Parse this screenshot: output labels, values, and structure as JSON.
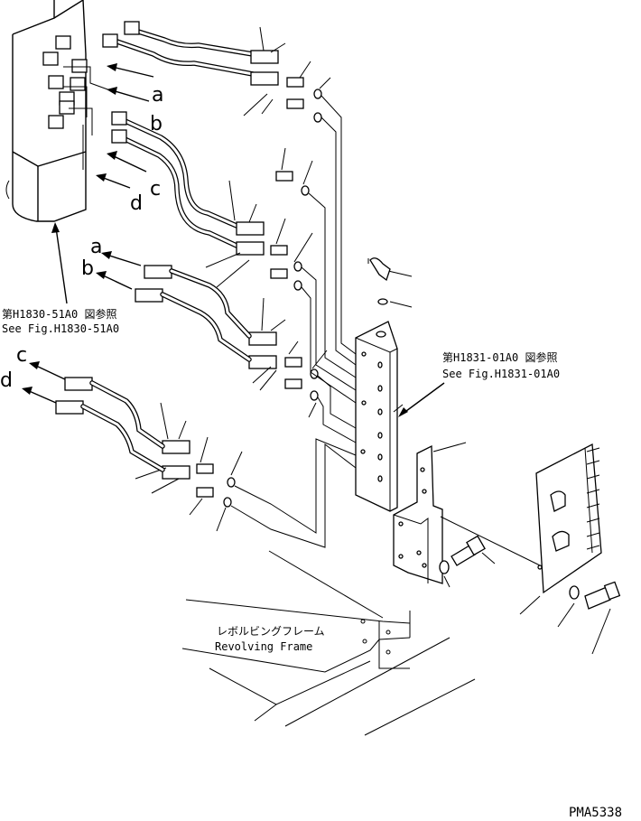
{
  "callouts": {
    "top": [
      "a",
      "b",
      "c",
      "d"
    ],
    "middle": [
      "a",
      "b"
    ],
    "lower": [
      "c",
      "d"
    ]
  },
  "references": {
    "left": {
      "jp": "第H1830-51A0 図参照",
      "en": "See Fig.H1830-51A0"
    },
    "right": {
      "jp": "第H1831-01A0 図参照",
      "en": "See Fig.H1831-01A0"
    }
  },
  "frame_label": {
    "jp": "レボルビングフレーム",
    "en": "Revolving Frame"
  },
  "figure_code": "PMA5338"
}
